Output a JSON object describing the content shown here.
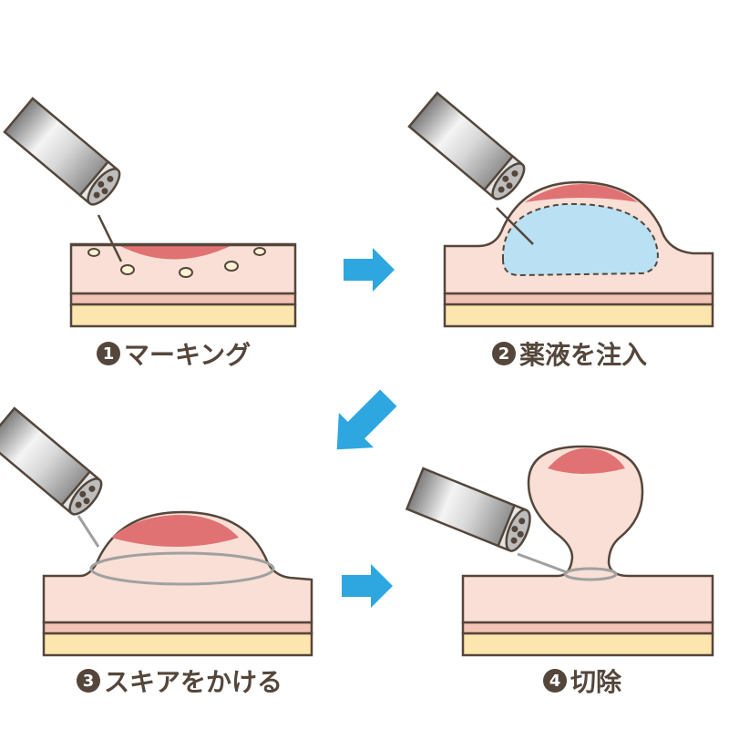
{
  "steps": [
    {
      "number": "1",
      "label": "マーキング"
    },
    {
      "number": "2",
      "label": "薬液を注入"
    },
    {
      "number": "3",
      "label": "スキアをかける"
    },
    {
      "number": "4",
      "label": "切除"
    }
  ],
  "colors": {
    "tissue": "#f9dfd5",
    "outline": "#54463b",
    "lesion": "#e17273",
    "muscle_band": "#f3c4b6",
    "fat_layer": "#fde5ae",
    "injected_fluid": "#b9e0f3",
    "marking_dot": "#fdf2d3",
    "arrow": "#2ea7e0",
    "metal_light": "#e8e8e8",
    "metal_dark": "#8a8a8a",
    "snare_wire": "#a0a0a0",
    "label_text": "#54463b"
  }
}
